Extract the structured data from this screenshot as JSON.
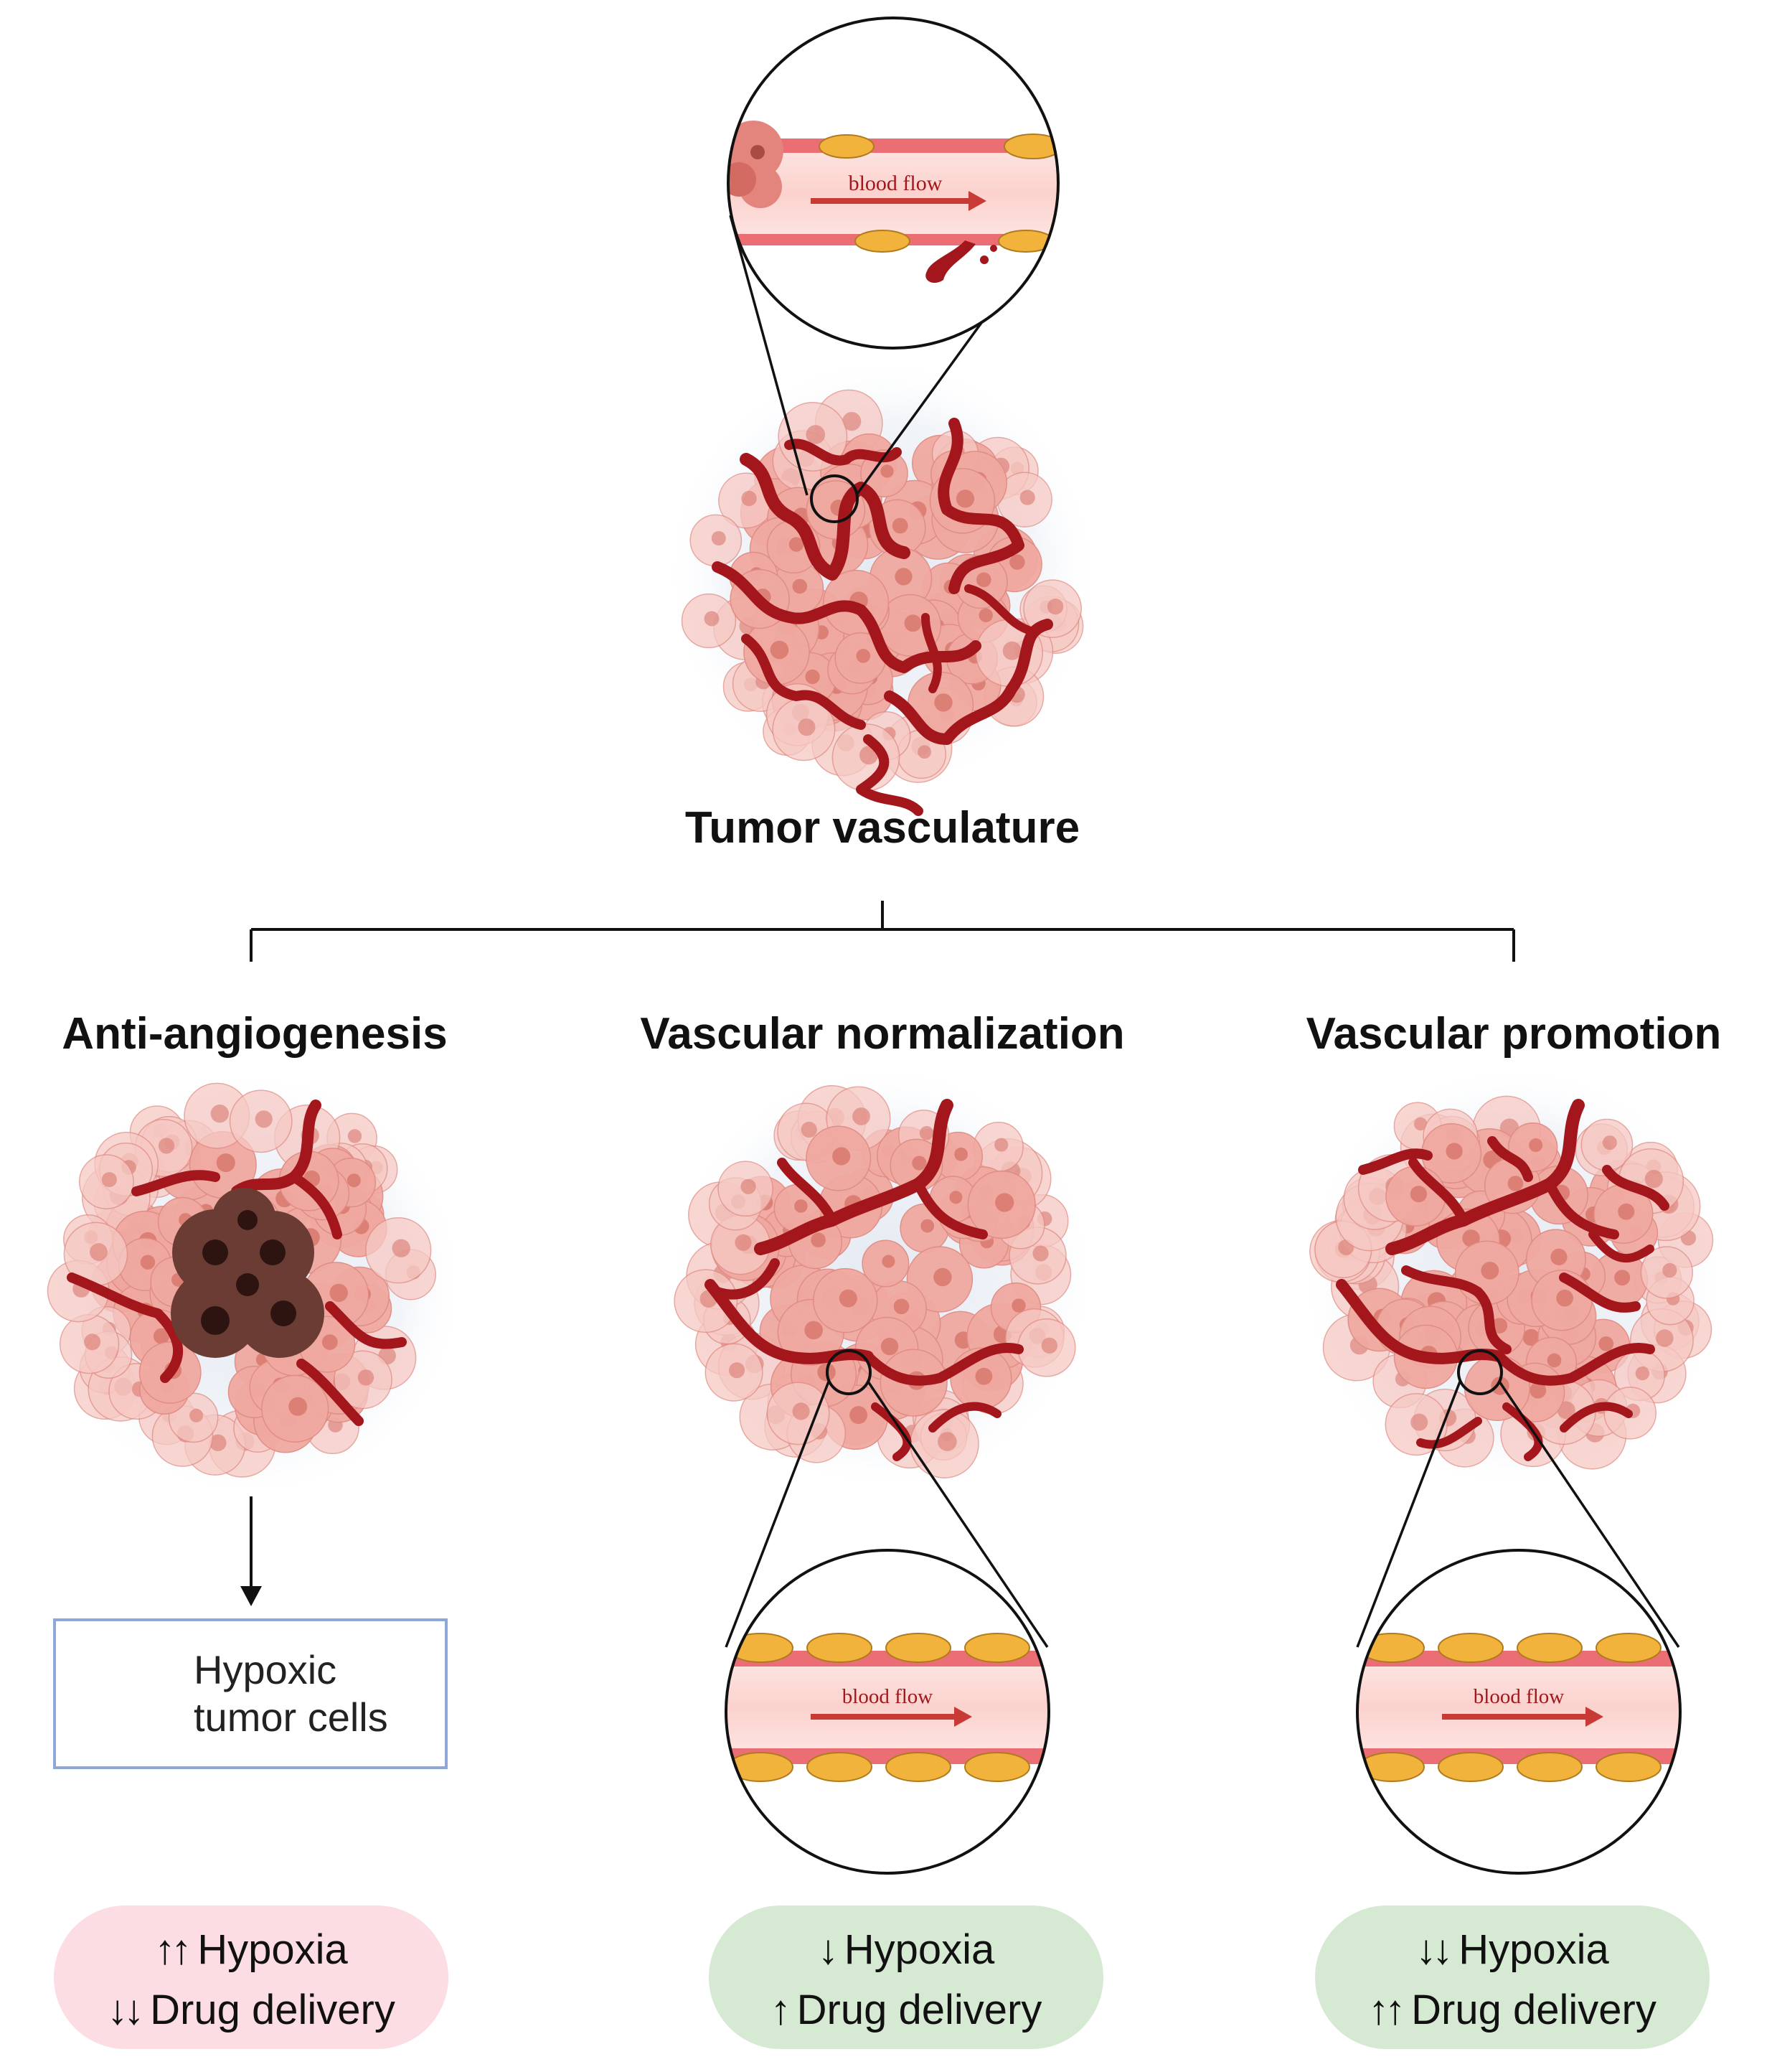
{
  "top": {
    "title": "Tumor vasculature",
    "blood_flow_label": "blood flow"
  },
  "columns": [
    {
      "title": "Anti-angiogenesis",
      "hypoxic_label_line1": "Hypoxic",
      "hypoxic_label_line2": "tumor cells",
      "effect_hypoxia_arrows": "↑↑",
      "effect_hypoxia": "Hypoxia",
      "effect_drug_arrows": "↓↓",
      "effect_drug": "Drug delivery",
      "pill_color": "#fbdde3"
    },
    {
      "title": "Vascular normalization",
      "blood_flow_label": "blood flow",
      "effect_hypoxia_arrows": "↓",
      "effect_hypoxia": "Hypoxia",
      "effect_drug_arrows": "↑",
      "effect_drug": "Drug delivery",
      "pill_color": "#d6ead3"
    },
    {
      "title": "Vascular promotion",
      "blood_flow_label": "blood flow",
      "effect_hypoxia_arrows": "↓↓",
      "effect_hypoxia": "Hypoxia",
      "effect_drug_arrows": "↑↑",
      "effect_drug": "Drug delivery",
      "pill_color": "#d6ead3"
    }
  ],
  "colors": {
    "vessel": "#a3161b",
    "tumor_cell": "#f2aaa3",
    "hypoxic_cell": "#6b3c34",
    "endothelial": "#f1b33c"
  }
}
